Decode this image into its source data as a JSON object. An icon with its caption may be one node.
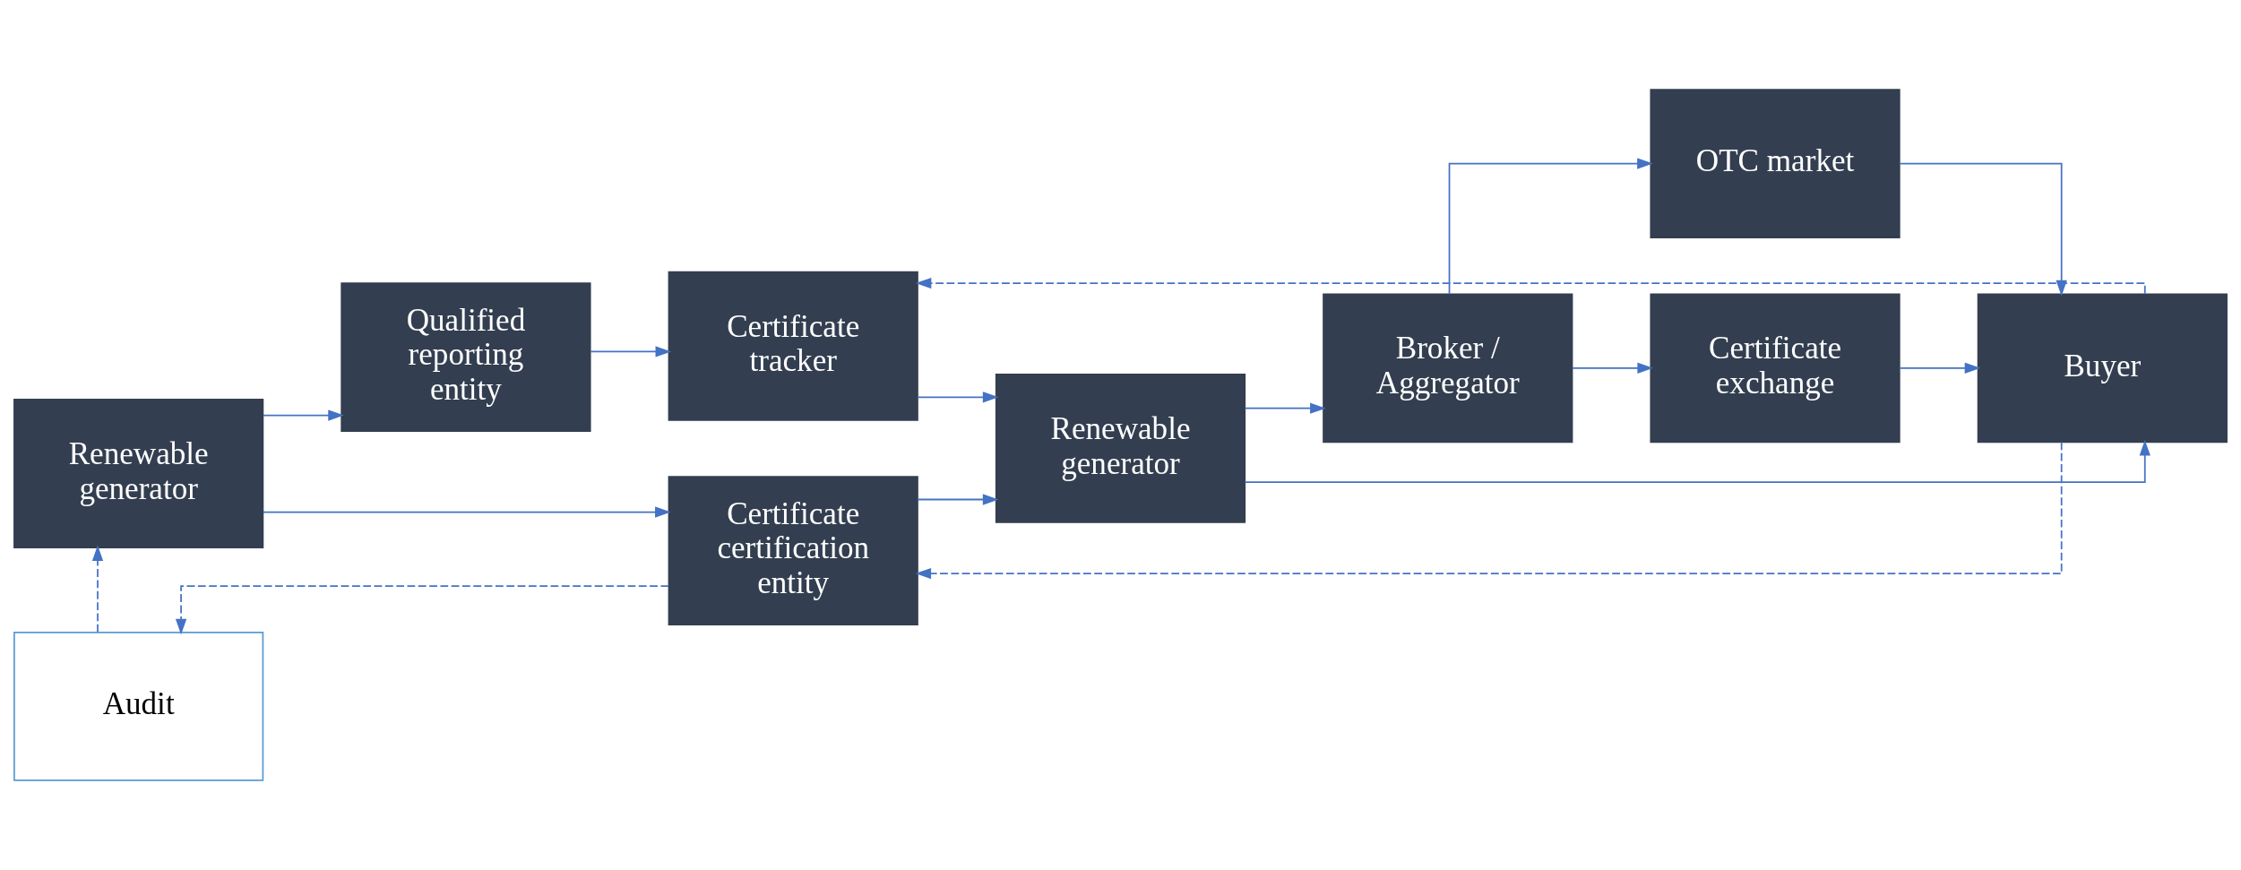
{
  "diagram": {
    "nodes": [
      {
        "text": [
          "Renewable generator"
        ]
      },
      {
        "text": [
          "Qualified reporting entity"
        ]
      },
      {
        "text": [
          "Audit"
        ]
      },
      {
        "text": [
          "Certificate certification entity"
        ]
      },
      {
        "text": [
          "Certificate tracker"
        ]
      },
      {
        "text": [
          "Renewable generator"
        ]
      },
      {
        "text": [
          "Broker / Aggregator"
        ]
      },
      {
        "text": [
          "OTC market"
        ]
      },
      {
        "text": [
          "Certificate exchange"
        ]
      },
      {
        "text": [
          "Buyer"
        ]
      }
    ],
    "edges": [
      {
        "from": 0,
        "to": 1,
        "arrow": "to"
      },
      {
        "from": 1,
        "to": 4,
        "arrow": "to"
      },
      {
        "from": 9,
        "to": 4,
        "arrow": "to",
        "style": "dashed"
      },
      {
        "from": 4,
        "to": 5,
        "arrow": "to"
      },
      {
        "from": 0,
        "to": 3,
        "arrow": "to"
      },
      {
        "from": 3,
        "to": 2,
        "arrow": "to",
        "style": "dashed"
      },
      {
        "from": 2,
        "to": 0,
        "arrow": "to",
        "style": "dashed"
      },
      {
        "from": 3,
        "to": 5,
        "arrow": "to"
      },
      {
        "from": 5,
        "to": 6,
        "arrow": "to"
      },
      {
        "from": 6,
        "to": 7,
        "arrow": "to"
      },
      {
        "from": 6,
        "to": 8,
        "arrow": "to"
      },
      {
        "from": 7,
        "to": 9,
        "arrow": "to"
      },
      {
        "from": 8,
        "to": 9,
        "arrow": "to"
      },
      {
        "from": 5,
        "to": 9,
        "arrow": "to"
      },
      {
        "from": 9,
        "to": 3,
        "arrow": "to",
        "style": "dashed"
      }
    ]
  }
}
